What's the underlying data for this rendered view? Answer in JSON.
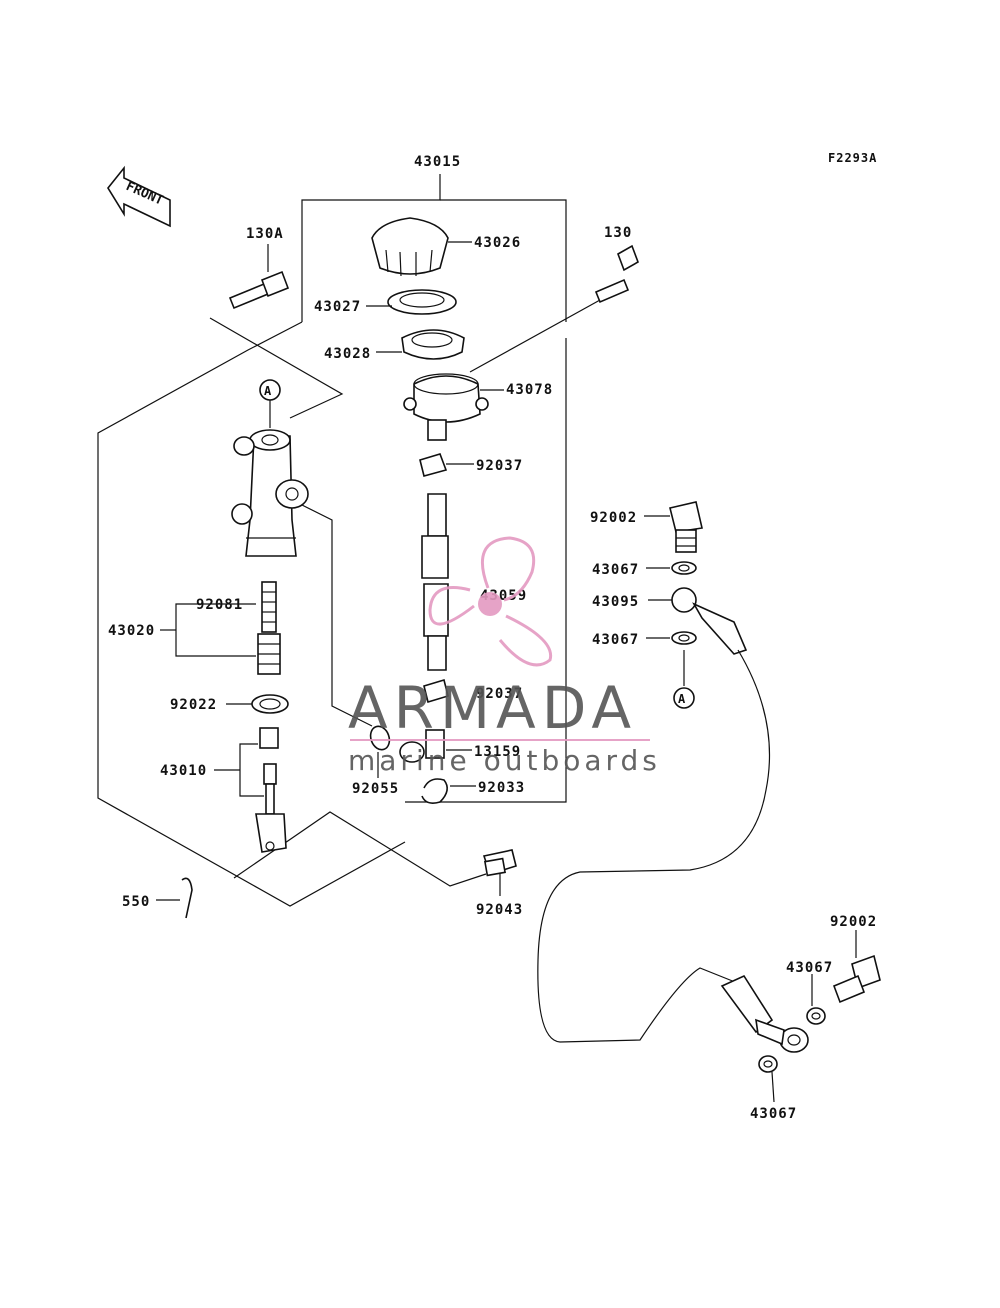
{
  "diagram": {
    "code": "F2293A",
    "front_label": "FRONT",
    "callouts": {
      "p43015": "43015",
      "p43026": "43026",
      "p43027": "43027",
      "p43028": "43028",
      "p43078": "43078",
      "p92037a": "92037",
      "p43059": "43059",
      "p92037b": "92037",
      "p13159": "13159",
      "p92033": "92033",
      "p92055": "92055",
      "p130A": "130A",
      "p130": "130",
      "p92081": "92081",
      "p43020": "43020",
      "p92022": "92022",
      "p43010": "43010",
      "p550": "550",
      "p92043": "92043",
      "p92002a": "92002",
      "p43067a": "43067",
      "p43095": "43095",
      "p43067b": "43067",
      "p92002b": "92002",
      "p43067c": "43067",
      "p43067d": "43067",
      "markerA1": "A",
      "markerA2": "A"
    }
  },
  "watermark": {
    "brand": "ARMADA",
    "tagline": "marine outboards",
    "colors": {
      "propeller": "#e49ac1",
      "text": "#555555",
      "rule": "#e49ac1"
    }
  }
}
